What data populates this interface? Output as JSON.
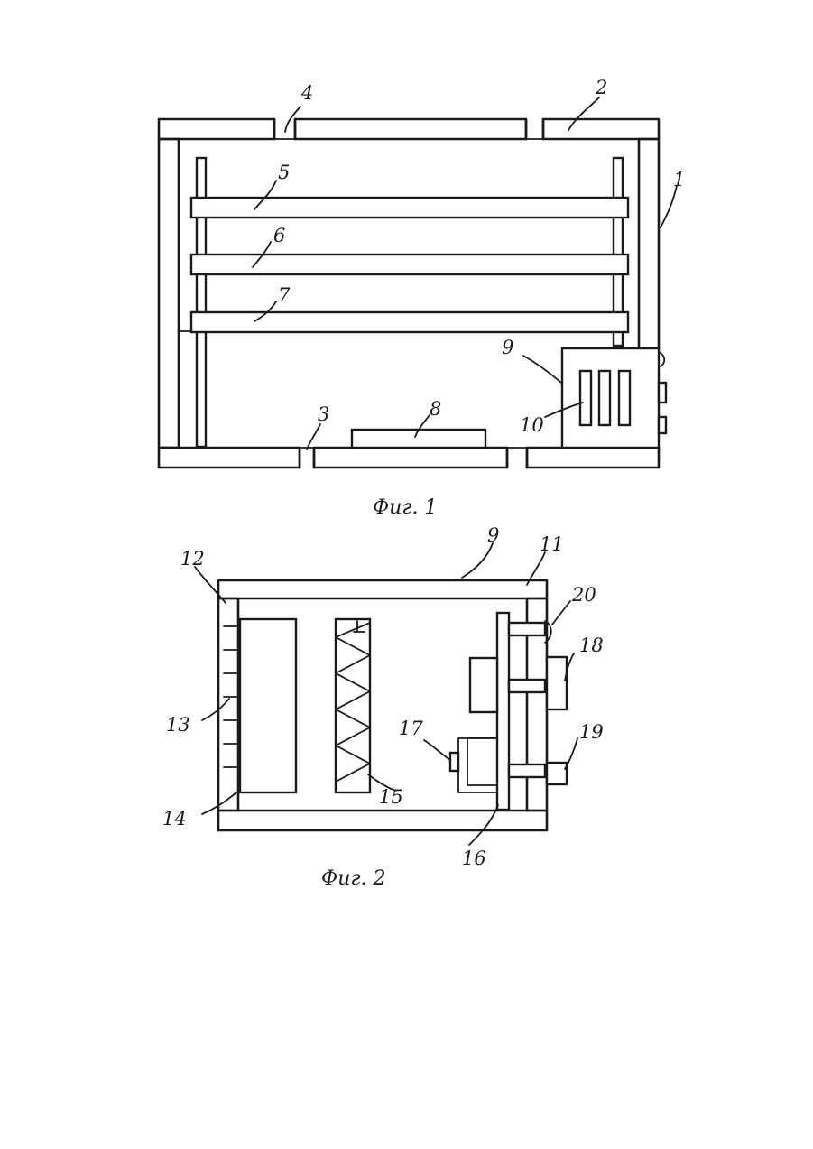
{
  "figure1": {
    "caption": "Фиг. 1",
    "labels": {
      "l1": "1",
      "l2": "2",
      "l3": "3",
      "l4": "4",
      "l5": "5",
      "l6": "6",
      "l7": "7",
      "l8": "8",
      "l9": "9",
      "l10": "10"
    }
  },
  "figure2": {
    "caption": "Фиг. 2",
    "labels": {
      "l9": "9",
      "l11": "11",
      "l12": "12",
      "l13": "13",
      "l14": "14",
      "l15": "15",
      "l16": "16",
      "l17": "17",
      "l18": "18",
      "l19": "19",
      "l20": "20"
    }
  },
  "colors": {
    "ink": "#1a1a1a",
    "paper": "#ffffff"
  }
}
